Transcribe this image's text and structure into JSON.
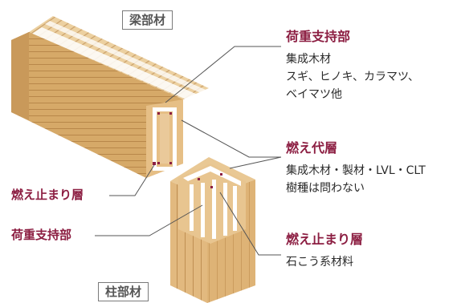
{
  "labels": {
    "beam_tag": "梁部材",
    "column_tag": "柱部材",
    "load_bearing_head": "荷重支持部",
    "load_bearing_line1": "集成木材",
    "load_bearing_line2": "スギ、ヒノキ、カラマツ、",
    "load_bearing_line3": "ベイマツ他",
    "char_layer_head": "燃え代層",
    "char_layer_line1": "集成木材・製材・LVL・CLT",
    "char_layer_line2": "樹種は問わない",
    "fire_stop_head": "燃え止まり層",
    "fire_stop_line1": "石こう系材料",
    "left_fire_stop": "燃え止まり層",
    "left_load_bearing": "荷重支持部"
  },
  "colors": {
    "accent": "#8c1e42",
    "wood_light": "#e8c48e",
    "wood_mid": "#d6a968",
    "wood_dark": "#b8874a",
    "gypsum": "#ffffff",
    "leader_line": "#555555"
  }
}
